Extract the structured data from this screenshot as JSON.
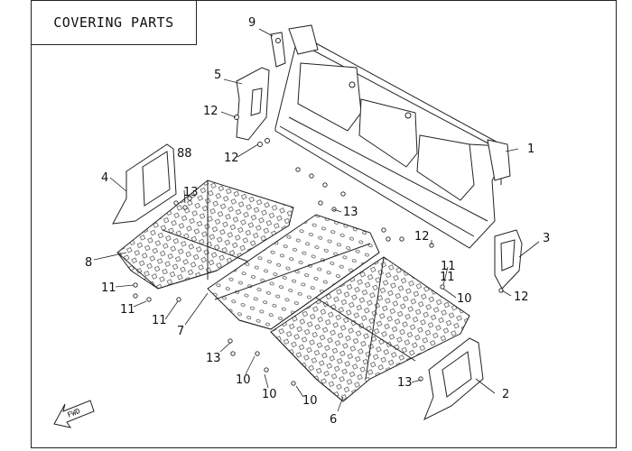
{
  "title": "COVERING PARTS",
  "fwd_label": "FWD",
  "callouts": {
    "c1": "1",
    "c2": "2",
    "c3": "3",
    "c4": "4",
    "c5": "5",
    "c6": "6",
    "c7": "7",
    "c8": "8",
    "c88": "88",
    "c9": "9",
    "c10a": "10",
    "c10b": "10",
    "c10c": "10",
    "c10d": "10",
    "c11a": "11",
    "c11b": "11",
    "c11c": "11",
    "c11d": "11",
    "c11e": "11",
    "c12a": "12",
    "c12b": "12",
    "c12c": "12",
    "c12d": "12",
    "c13a": "13",
    "c13b": "13",
    "c13c": "13",
    "c13d": "13"
  }
}
